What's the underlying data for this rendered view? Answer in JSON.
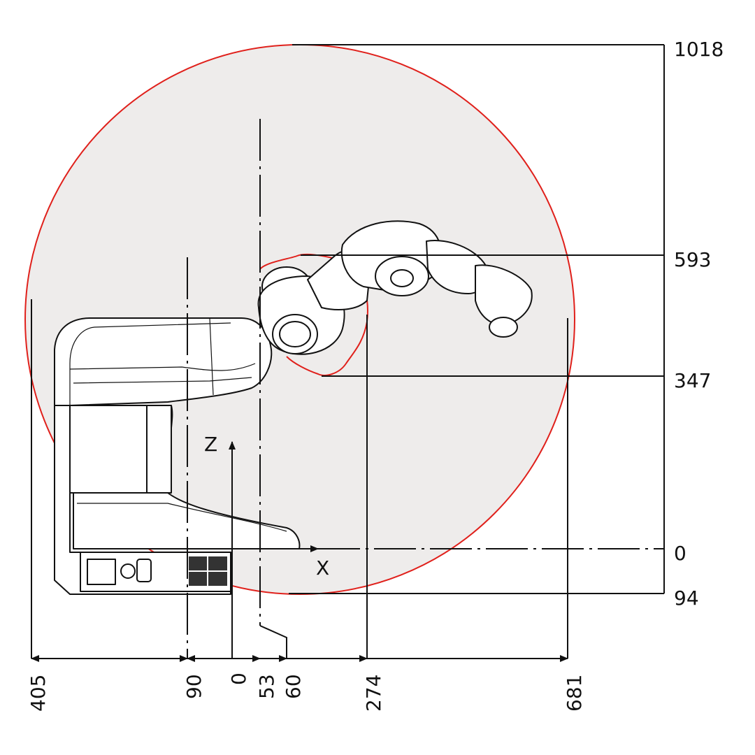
{
  "colors": {
    "envelope_stroke": "#e0201b",
    "envelope_fill": "#eeeceb",
    "line": "#111111"
  },
  "axes": {
    "z_label": "Z",
    "x_label": "X"
  },
  "vertical_dimensions": [
    {
      "value": "1018"
    },
    {
      "value": "593"
    },
    {
      "value": "347"
    },
    {
      "value": "0"
    },
    {
      "value": "94"
    }
  ],
  "horizontal_dimensions": [
    {
      "value": "405"
    },
    {
      "value": "90"
    },
    {
      "value": "0"
    },
    {
      "value": "53"
    },
    {
      "value": "60"
    },
    {
      "value": "274"
    },
    {
      "value": "681"
    }
  ]
}
